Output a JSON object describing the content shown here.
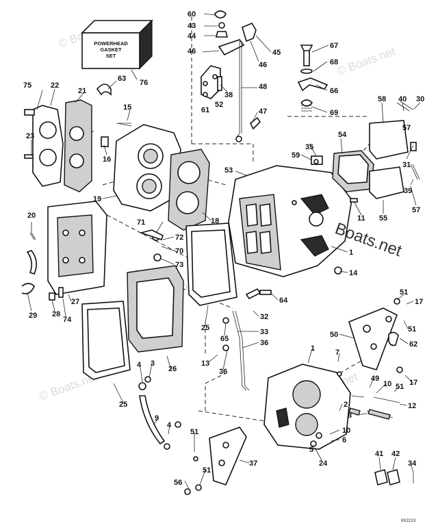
{
  "kit_box": {
    "lines": [
      "POWERHEAD",
      "GASKET",
      "SET"
    ]
  },
  "watermark": "© Boats.net",
  "brand_overlay": "Boats.net",
  "drawing_code": "8X2223",
  "callouts": {
    "c60": "60",
    "c43": "43",
    "c44": "44",
    "c45": "45",
    "c46a": "46",
    "c46b": "46",
    "c67": "67",
    "c68": "68",
    "c66": "66",
    "c48": "48",
    "c38": "38",
    "c52": "52",
    "c61": "61",
    "c47": "47",
    "c69": "69",
    "c75": "75",
    "c22": "22",
    "c21": "21",
    "c63": "63",
    "c76": "76",
    "c15": "15",
    "c58": "58",
    "c40": "40",
    "c30": "30",
    "c57a": "57",
    "c23": "23",
    "c16": "16",
    "c59": "59",
    "c35": "35",
    "c54": "54",
    "c31": "31",
    "c39": "39",
    "c53": "53",
    "c19": "19",
    "c18": "18",
    "c71": "71",
    "c72": "72",
    "c70": "70",
    "c73": "73",
    "c11": "11",
    "c55": "55",
    "c57b": "57",
    "c20": "20",
    "c1a": "1",
    "c14": "14",
    "c29": "29",
    "c28": "28",
    "c74": "74",
    "c27": "27",
    "c25a": "25",
    "c64": "64",
    "c32": "32",
    "c33": "33",
    "c36a": "36",
    "c65": "65",
    "c13": "13",
    "c36b": "36",
    "c26": "26",
    "c51a": "51",
    "c17a": "17",
    "c51b": "51",
    "c50": "50",
    "c62": "62",
    "c7": "7",
    "c1b": "1",
    "c49": "49",
    "c10a": "10",
    "c51c": "51",
    "c17b": "17",
    "c4a": "4",
    "c3": "3",
    "c25b": "25",
    "c9": "9",
    "c12": "12",
    "c2": "2",
    "c8": "8",
    "c4b": "4",
    "c10b": "10",
    "c6": "6",
    "c5": "5",
    "c24": "24",
    "c51d": "51",
    "c37": "37",
    "c51e": "51",
    "c56": "56",
    "c41": "41",
    "c42": "42",
    "c34": "34"
  }
}
